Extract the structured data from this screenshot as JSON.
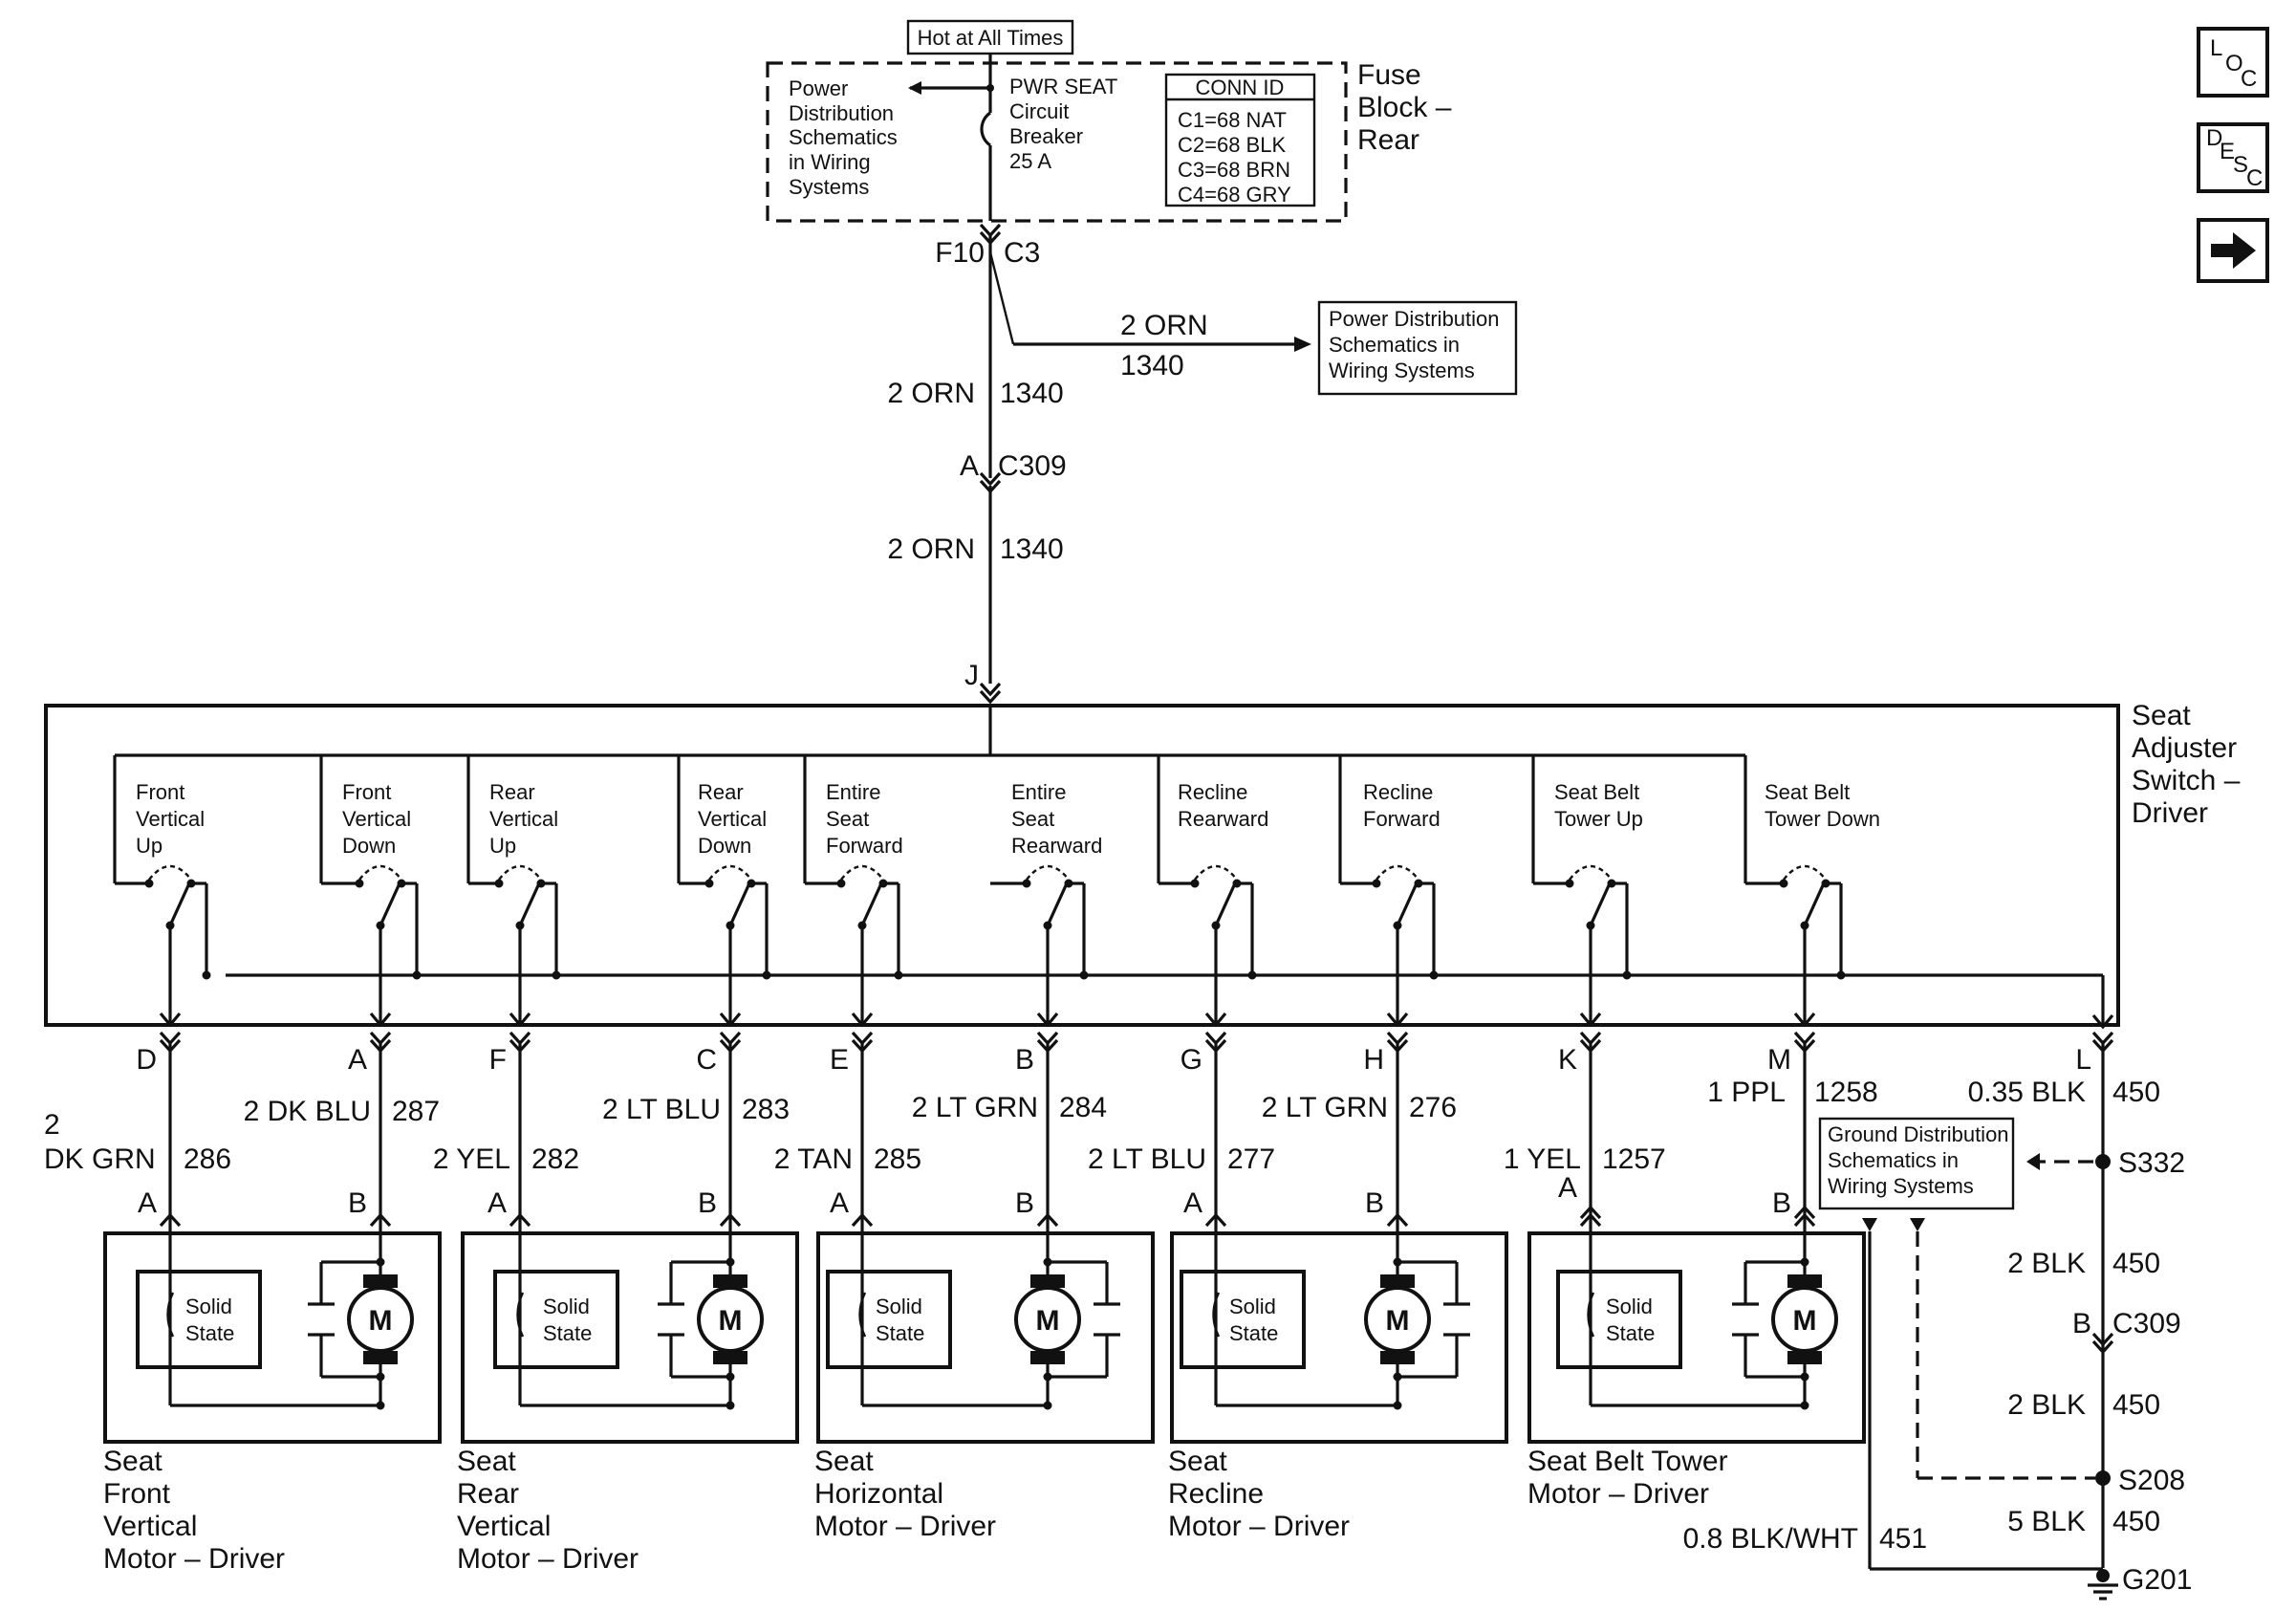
{
  "nav": {
    "loc": {
      "main": "L",
      "sub1": "O",
      "sub2": "C"
    },
    "desc": {
      "main": "D",
      "sub1": "E",
      "sub2": "S",
      "sub3": "C"
    },
    "next_icon": "right-arrow-icon"
  },
  "fuse_block": {
    "hot_label": "Hot at All Times",
    "breaker_lines": [
      "PWR SEAT",
      "Circuit",
      "Breaker",
      "25 A"
    ],
    "power_ref_lines": [
      "Power",
      "Distribution",
      "Schematics",
      "in Wiring",
      "Systems"
    ],
    "conn_title": "CONN ID",
    "conn_ids": [
      "C1=68 NAT",
      "C2=68 BLK",
      "C3=68 BRN",
      "C4=68 GRY"
    ],
    "name_lines": [
      "Fuse",
      "Block –",
      "Rear"
    ],
    "pin": "F10",
    "connector": "C3"
  },
  "branch_to_power": {
    "wire": "2 ORN",
    "circuit": "1340",
    "ref_lines": [
      "Power Distribution",
      "Schematics in",
      "Wiring Systems"
    ]
  },
  "feed": {
    "wire_upper": "2 ORN",
    "circuit_upper": "1340",
    "c309_pin": "A",
    "c309": "C309",
    "wire_lower": "2 ORN",
    "circuit_lower": "1340",
    "switch_pin": "J"
  },
  "switch": {
    "name_lines": [
      "Seat",
      "Adjuster",
      "Switch –",
      "Driver"
    ],
    "contacts": [
      {
        "lines": [
          "Front",
          "Vertical",
          "Up"
        ]
      },
      {
        "lines": [
          "Front",
          "Vertical",
          "Down"
        ]
      },
      {
        "lines": [
          "Rear",
          "Vertical",
          "Up"
        ]
      },
      {
        "lines": [
          "Rear",
          "Vertical",
          "Down"
        ]
      },
      {
        "lines": [
          "Entire",
          "Seat",
          "Forward"
        ]
      },
      {
        "lines": [
          "Entire",
          "Seat",
          "Rearward"
        ]
      },
      {
        "lines": [
          "Recline",
          "Rearward"
        ]
      },
      {
        "lines": [
          "Recline",
          "Forward"
        ]
      },
      {
        "lines": [
          "Seat Belt",
          "Tower Up"
        ]
      },
      {
        "lines": [
          "Seat Belt",
          "Tower Down"
        ]
      }
    ],
    "output_pins": [
      "D",
      "A",
      "F",
      "C",
      "E",
      "B",
      "G",
      "H",
      "K",
      "M",
      "L"
    ]
  },
  "circuits": [
    {
      "wire_lines": [
        "2",
        "DK GRN"
      ],
      "circuit": "286"
    },
    {
      "wire_lines": [
        "2 DK BLU"
      ],
      "circuit": "287"
    },
    {
      "wire_lines": [
        "2 YEL"
      ],
      "circuit": "282"
    },
    {
      "wire_lines": [
        "2 LT BLU"
      ],
      "circuit": "283"
    },
    {
      "wire_lines": [
        "2 TAN"
      ],
      "circuit": "285"
    },
    {
      "wire_lines": [
        "2 LT GRN"
      ],
      "circuit": "284"
    },
    {
      "wire_lines": [
        "2 LT BLU"
      ],
      "circuit": "277"
    },
    {
      "wire_lines": [
        "2 LT GRN"
      ],
      "circuit": "276"
    },
    {
      "wire_lines": [
        "1 YEL"
      ],
      "circuit": "1257"
    },
    {
      "wire_lines": [
        "1 PPL"
      ],
      "circuit": "1258"
    }
  ],
  "motors": [
    {
      "pins": [
        "A",
        "B"
      ],
      "name_lines": [
        "Seat",
        "Front",
        "Vertical",
        "Motor – Driver"
      ],
      "solid_state": [
        "Solid",
        "State"
      ],
      "motor_symbol": "M"
    },
    {
      "pins": [
        "A",
        "B"
      ],
      "name_lines": [
        "Seat",
        "Rear",
        "Vertical",
        "Motor – Driver"
      ],
      "solid_state": [
        "Solid",
        "State"
      ],
      "motor_symbol": "M"
    },
    {
      "pins": [
        "A",
        "B"
      ],
      "name_lines": [
        "Seat",
        "Horizontal",
        "Motor – Driver"
      ],
      "solid_state": [
        "Solid",
        "State"
      ],
      "motor_symbol": "M"
    },
    {
      "pins": [
        "A",
        "B"
      ],
      "name_lines": [
        "Seat",
        "Recline",
        "Motor – Driver"
      ],
      "solid_state": [
        "Solid",
        "State"
      ],
      "motor_symbol": "M"
    },
    {
      "pins": [
        "A",
        "B"
      ],
      "name_lines": [
        "Seat Belt Tower",
        "Motor – Driver"
      ],
      "solid_state": [
        "Solid",
        "State"
      ],
      "motor_symbol": "M"
    }
  ],
  "ground": {
    "wire1": "0.35 BLK",
    "circuit1": "450",
    "splice1": "S332",
    "ref_lines": [
      "Ground Distribution",
      "Schematics in",
      "Wiring Systems"
    ],
    "wire2": "2 BLK",
    "circuit2": "450",
    "c309_pin": "B",
    "c309": "C309",
    "wire3": "2 BLK",
    "circuit3": "450",
    "splice2": "S208",
    "wire4": "5 BLK",
    "circuit4": "450",
    "wire5": "0.8 BLK/WHT",
    "circuit5": "451",
    "ground_point": "G201"
  }
}
